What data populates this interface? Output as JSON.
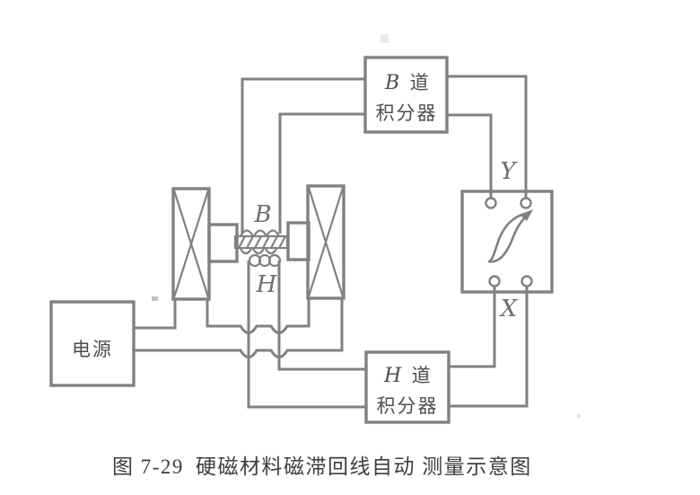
{
  "figure": {
    "caption_number": "图 7-29",
    "caption_title": "硬磁材料磁滞回线自动 测量示意图"
  },
  "blocks": {
    "power_supply": {
      "label": "电源"
    },
    "b_integrator": {
      "symbol": "B",
      "channel": "道",
      "line2": "积分器"
    },
    "h_integrator": {
      "symbol": "H",
      "channel": "道",
      "line2": "积分器"
    }
  },
  "labels": {
    "b_coil": "B",
    "h_coil": "H",
    "scope_y": "Y",
    "scope_x": "X"
  },
  "colors": {
    "line": "#818181",
    "cjktext": "#4d4d4d",
    "letter": "#6e6e6e",
    "caption": "#3d3d3d",
    "bg": "#ffffff"
  }
}
